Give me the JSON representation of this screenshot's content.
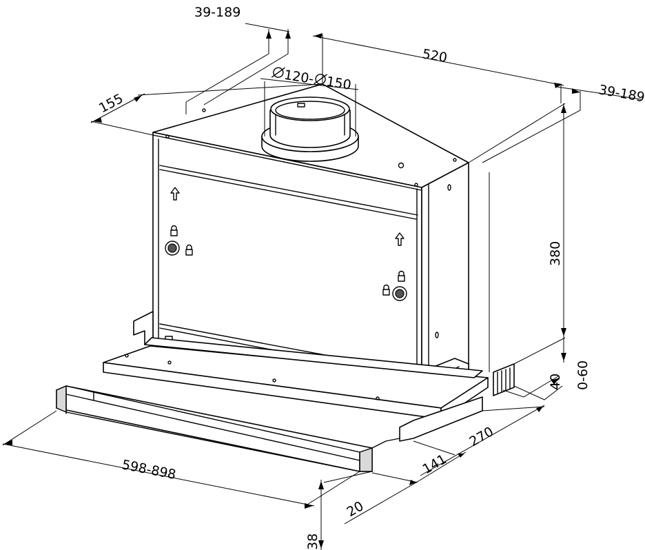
{
  "dimensions": {
    "left_offset": "39-189",
    "right_offset": "39-189",
    "width": "520",
    "depth_side": "155",
    "duct": "120-",
    "duct_max": "150",
    "height": "380",
    "bottom_gap": "40",
    "adjust": "0-60",
    "depth": "270",
    "front_depth": "141",
    "extension": "598-898",
    "panel_thickness": "20",
    "panel_height": "38"
  },
  "icons": {
    "diameter_symbol": "diameter-icon",
    "lock": "padlock-icon",
    "arrow": "up-arrow-icon"
  }
}
